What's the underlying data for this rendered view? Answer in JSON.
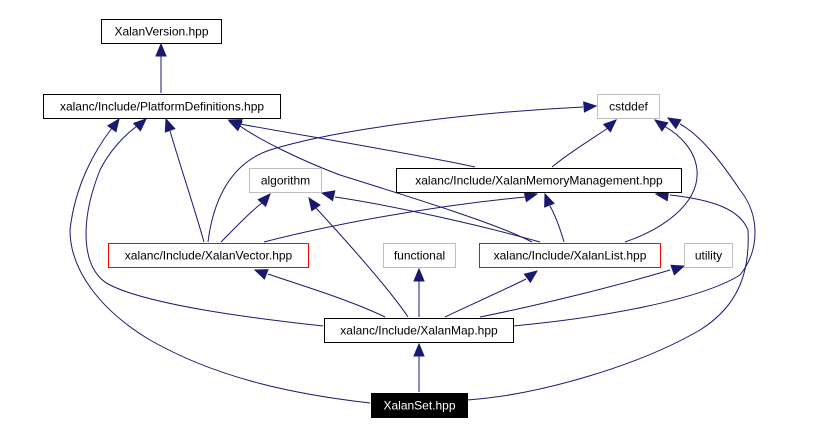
{
  "graph": {
    "title": "XalanSet.hpp include dependency graph",
    "colors": {
      "edge": "#191970",
      "documented_border": "#000000",
      "undocumented_border": "#bfbfbf",
      "truncated_border": "#ff0000",
      "root_fill": "#000000",
      "root_text": "#ffffff"
    },
    "nodes": [
      {
        "id": "XalanSet",
        "label": "XalanSet.hpp",
        "kind": "root"
      },
      {
        "id": "XalanMap",
        "label": "xalanc/Include/XalanMap.hpp",
        "kind": "documented"
      },
      {
        "id": "PlatformDefinitions",
        "label": "xalanc/Include/PlatformDefinitions.hpp",
        "kind": "documented"
      },
      {
        "id": "XalanVersion",
        "label": "XalanVersion.hpp",
        "kind": "documented"
      },
      {
        "id": "cstddef",
        "label": "cstddef",
        "kind": "external"
      },
      {
        "id": "algorithm",
        "label": "algorithm",
        "kind": "external"
      },
      {
        "id": "XalanMemoryManagement",
        "label": "xalanc/Include/XalanMemoryManagement.hpp",
        "kind": "documented"
      },
      {
        "id": "XalanVector",
        "label": "xalanc/Include/XalanVector.hpp",
        "kind": "truncated"
      },
      {
        "id": "functional",
        "label": "functional",
        "kind": "external"
      },
      {
        "id": "XalanList",
        "label": "xalanc/Include/XalanList.hpp",
        "kind": "truncated"
      },
      {
        "id": "utility",
        "label": "utility",
        "kind": "external"
      }
    ],
    "edges": [
      {
        "from": "PlatformDefinitions",
        "to": "XalanVersion"
      },
      {
        "from": "XalanMemoryManagement",
        "to": "PlatformDefinitions"
      },
      {
        "from": "XalanMemoryManagement",
        "to": "cstddef"
      },
      {
        "from": "XalanVector",
        "to": "PlatformDefinitions"
      },
      {
        "from": "XalanVector",
        "to": "cstddef"
      },
      {
        "from": "XalanVector",
        "to": "algorithm"
      },
      {
        "from": "XalanVector",
        "to": "XalanMemoryManagement"
      },
      {
        "from": "XalanList",
        "to": "PlatformDefinitions"
      },
      {
        "from": "XalanList",
        "to": "cstddef"
      },
      {
        "from": "XalanList",
        "to": "algorithm"
      },
      {
        "from": "XalanList",
        "to": "XalanMemoryManagement"
      },
      {
        "from": "XalanMap",
        "to": "PlatformDefinitions"
      },
      {
        "from": "XalanMap",
        "to": "algorithm"
      },
      {
        "from": "XalanMap",
        "to": "functional"
      },
      {
        "from": "XalanMap",
        "to": "utility"
      },
      {
        "from": "XalanMap",
        "to": "XalanVector"
      },
      {
        "from": "XalanMap",
        "to": "XalanList"
      },
      {
        "from": "XalanMap",
        "to": "cstddef"
      },
      {
        "from": "XalanSet",
        "to": "PlatformDefinitions"
      },
      {
        "from": "XalanSet",
        "to": "XalanMap"
      },
      {
        "from": "XalanSet",
        "to": "XalanMemoryManagement"
      }
    ]
  }
}
